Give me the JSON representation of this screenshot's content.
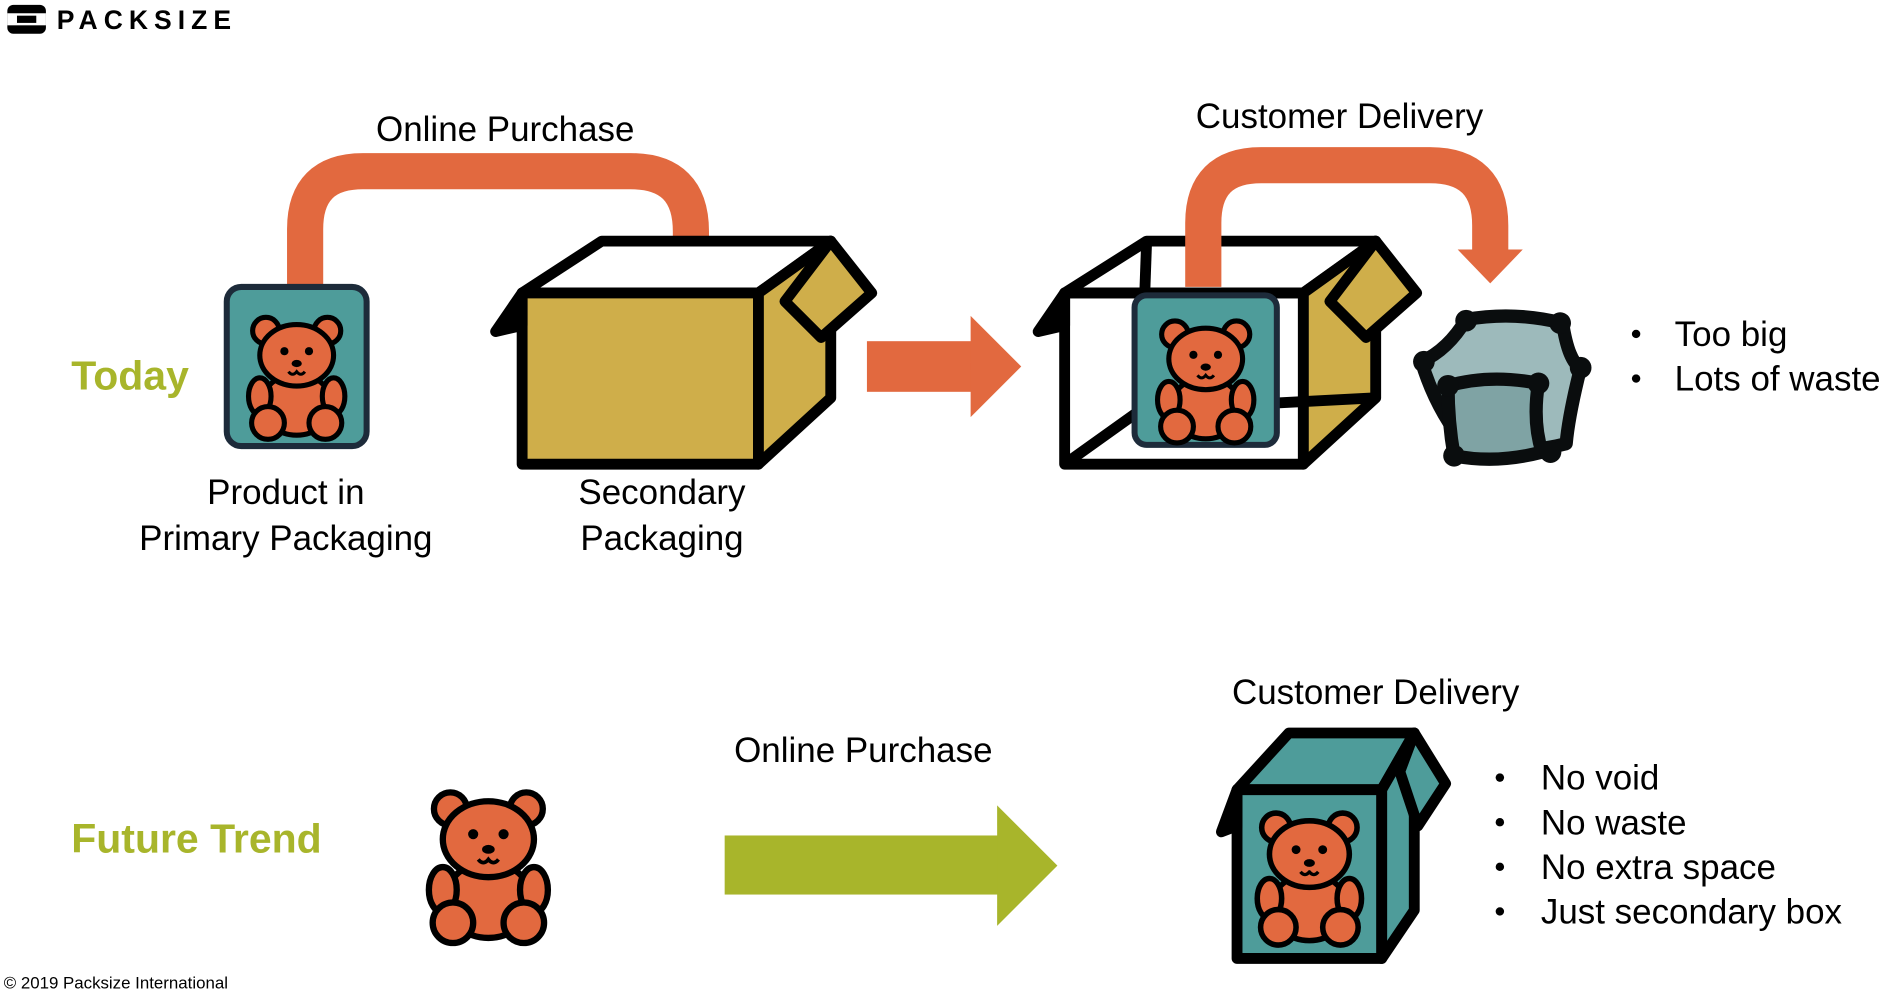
{
  "logo": {
    "text": "PACKSIZE"
  },
  "today": {
    "row_label": "Today",
    "arrow1_label": "Online Purchase",
    "product_label": [
      "Product in",
      "Primary Packaging"
    ],
    "secondary_label": [
      "Secondary",
      "Packaging"
    ],
    "arrow2_label": "Customer Delivery",
    "bullets": [
      "Too big",
      "Lots of waste"
    ]
  },
  "future": {
    "row_label": "Future Trend",
    "arrow_label": "Online Purchase",
    "delivery_label": "Customer Delivery",
    "bullets": [
      "No void",
      "No waste",
      "No extra space",
      "Just secondary box"
    ]
  },
  "footer": {
    "copyright": "© 2019 Packsize International"
  },
  "colors": {
    "orange": "#E2693F",
    "green": "#A8B52B",
    "teal": "#4E9C9A",
    "box": "#CFAE4A"
  }
}
